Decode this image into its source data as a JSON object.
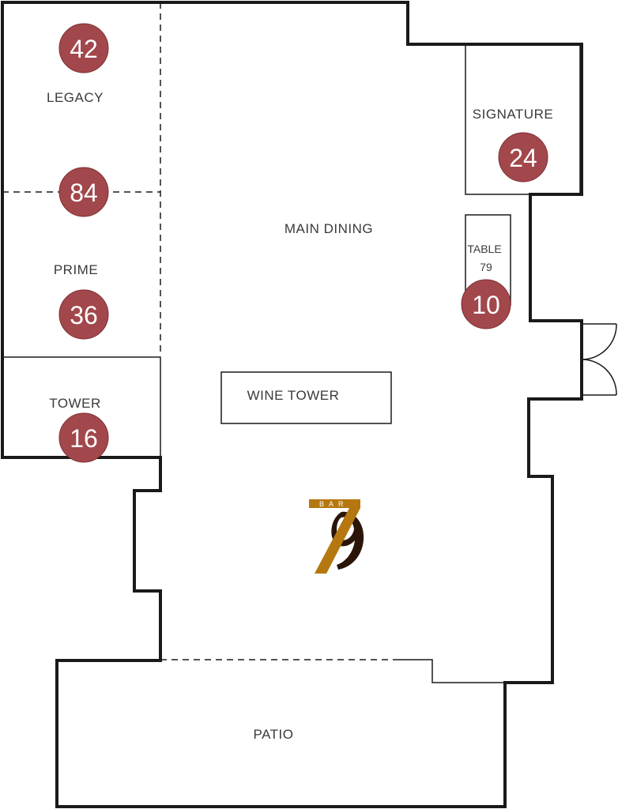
{
  "rooms": {
    "legacy": {
      "name": "LEGACY",
      "capacity": "42"
    },
    "prime": {
      "name": "PRIME",
      "capacity": "36",
      "shared_capacity": "84"
    },
    "tower": {
      "name": "TOWER",
      "capacity": "16"
    },
    "signature": {
      "name": "SIGNATURE",
      "capacity": "24"
    },
    "table79": {
      "name_line1": "TABLE",
      "name_line2": "79",
      "capacity": "10"
    },
    "main_dining": {
      "name": "MAIN DINING"
    },
    "wine_tower": {
      "name": "WINE TOWER"
    },
    "patio": {
      "name": "PATIO"
    }
  },
  "logo": {
    "top_text": "BAR",
    "number_text": "79"
  },
  "colors": {
    "wall": "#1a1a1a",
    "badge": "#a2474b",
    "logo_gold": "#b5770f",
    "logo_dark": "#2a1508"
  }
}
